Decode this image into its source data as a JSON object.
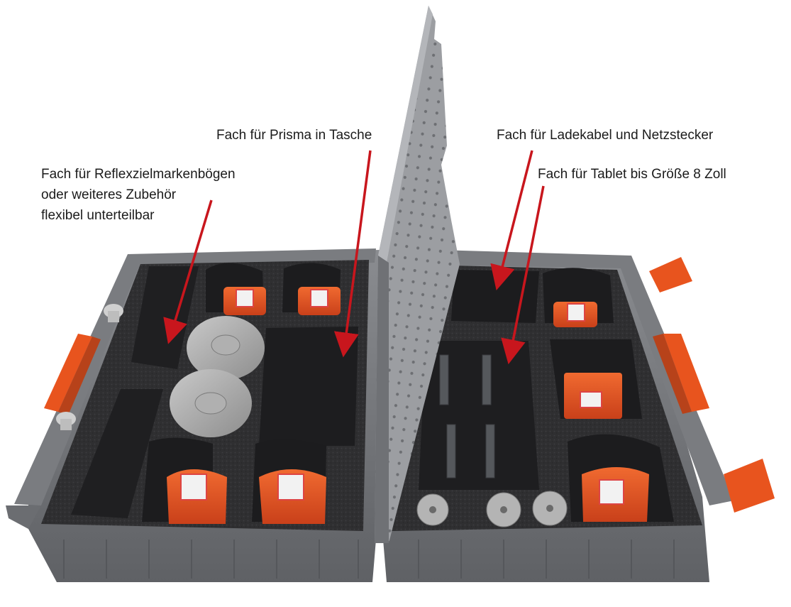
{
  "image": {
    "subject": "Open hard-shell transport case with grey foam inserts, orange reflector targets and surveying accessories"
  },
  "annotations": [
    {
      "id": "refl",
      "lines": [
        "Fach für Reflexzielmarkenbögen",
        "oder weiteres Zubehör",
        "flexibel unterteilbar"
      ]
    },
    {
      "id": "prisma",
      "lines": [
        "Fach für Prisma in Tasche"
      ]
    },
    {
      "id": "lade",
      "lines": [
        "Fach für Ladekabel und Netzstecker"
      ]
    },
    {
      "id": "tablet",
      "lines": [
        "Fach für Tablet bis Größe 8 Zoll"
      ]
    }
  ],
  "colors": {
    "arrow": "#c8161d",
    "accent_orange": "#e8541e",
    "case_grey": "#7d7f84",
    "foam": "#2e2e30",
    "lid_grey": "#9a9ca0"
  }
}
